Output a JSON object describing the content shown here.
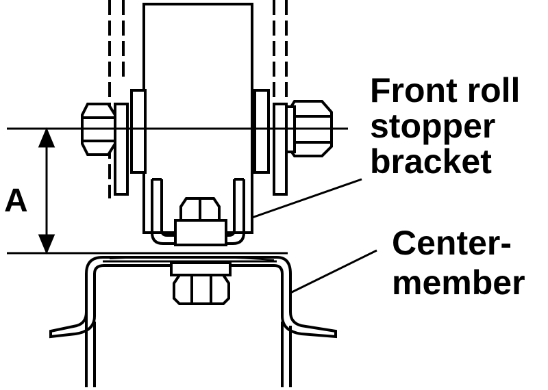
{
  "diagram": {
    "dimension_label": "A",
    "bracket_label": {
      "line1": "Front roll",
      "line2": "stopper",
      "line3": "bracket"
    },
    "center_label": {
      "line1": "Center-",
      "line2": "member"
    },
    "ink_color": "#000000",
    "paper_color": "#ffffff"
  }
}
